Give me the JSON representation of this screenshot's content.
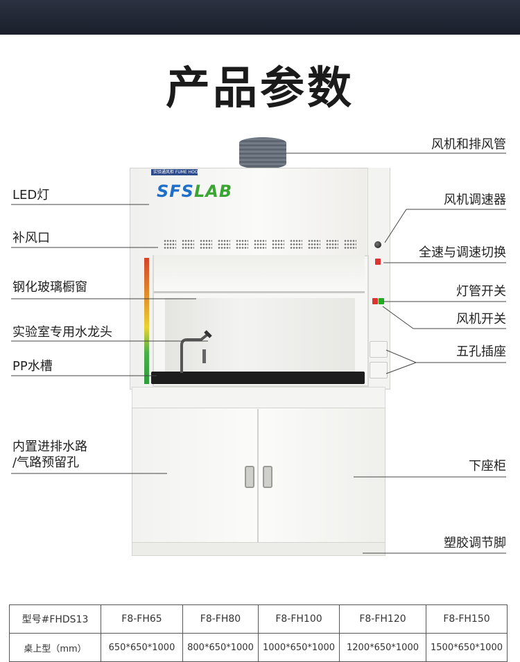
{
  "title": "产品参数",
  "brand": {
    "part1": "SFS",
    "part2": "LAB",
    "topbar": "实验通风柜 FUME HOOD"
  },
  "labels": {
    "fan_duct": "风机和排风管",
    "led": "LED灯",
    "fan_speed": "风机调速器",
    "air_supply": "补风口",
    "speed_switch": "全速与调速切换",
    "glass_window": "钢化玻璃橱窗",
    "light_switch": "灯管开关",
    "fan_switch": "风机开关",
    "faucet": "实验室专用水龙头",
    "socket": "五孔插座",
    "sink": "PP水槽",
    "pipe_line1": "内置进排水路",
    "pipe_line2": "/气路预留孔",
    "base_cabinet": "下座柜",
    "feet": "塑胶调节脚"
  },
  "colors": {
    "sfs_blue": "#1d6fc9",
    "lab_green": "#3aa532",
    "header_band": "#1f2430"
  },
  "table": {
    "header": [
      "型号#FHDS13",
      "F8-FH65",
      "F8-FH80",
      "F8-FH100",
      "F8-FH120",
      "F8-FH150"
    ],
    "row": [
      "桌上型（mm）",
      "650*650*1000",
      "800*650*1000",
      "1000*650*1000",
      "1200*650*1000",
      "1500*650*1000"
    ]
  }
}
